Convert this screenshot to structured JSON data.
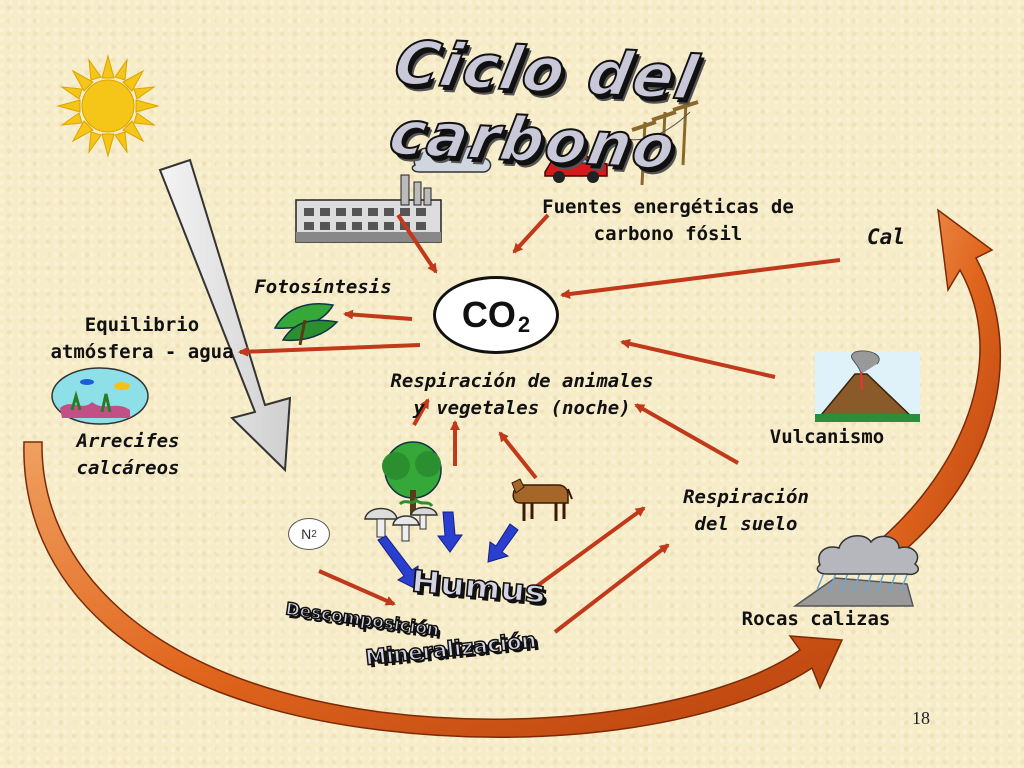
{
  "title": "Ciclo del carbono",
  "center": {
    "formula": "CO",
    "subscript": "2"
  },
  "n2": {
    "formula": "N",
    "subscript": "2"
  },
  "labels": {
    "fuentes": "Fuentes energéticas de\ncarbono fósil",
    "cal": "Cal",
    "fotosintesis": "Fotosíntesis",
    "equilibrio": "Equilibrio\natmósfera - agua",
    "respiracion_animales": "Respiración de animales\ny vegetales (noche)",
    "vulcanismo": "Vulcanismo",
    "arrecifes": "Arrecifes\ncalcáreos",
    "respiracion_suelo": "Respiración\ndel suelo",
    "rocas": "Rocas calizas",
    "descomposicion": "Descomposición",
    "mineralizacion": "Mineralización",
    "humus": "Humus"
  },
  "page_number": "18",
  "colors": {
    "background": "#f7ecc8",
    "arrow_red": "#c0391b",
    "arrow_orange": "#e0651d",
    "arrow_blue": "#2a3fd0",
    "sun": "#f5c518"
  },
  "icons": [
    "sun-icon",
    "factory-icon",
    "cloud-icon",
    "car-icon",
    "power-lines-icon",
    "tree-icon",
    "reef-icon",
    "volcano-icon",
    "mushroom-icon",
    "cow-icon",
    "rain-cloud-icon",
    "rock-icon"
  ]
}
